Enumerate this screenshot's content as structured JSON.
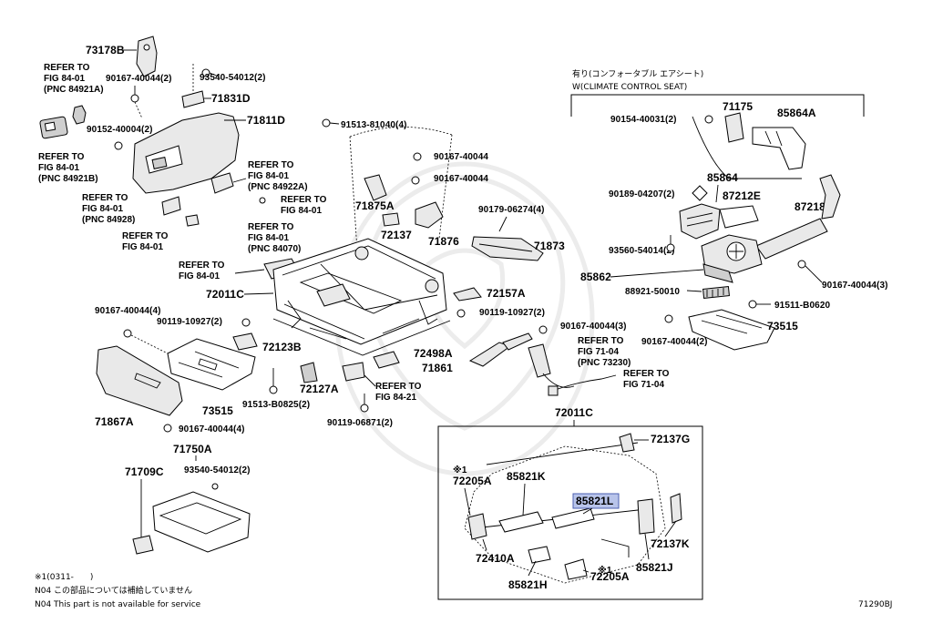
{
  "diagram": {
    "image_code": "71290BJ",
    "climate_header": {
      "jp": "有り(コンフォータブル エアシート)",
      "en": "W(CLIMATE CONTROL SEAT)"
    },
    "notes": {
      "n1": "※1(0311-　　)",
      "n2": "N04 この部品については補給していません",
      "n3": "N04 This part is not available for service"
    },
    "highlighted_part": "85821L",
    "labels": {
      "p73178B": "73178B",
      "p90167_40044_2_top": "90167-40044(2)",
      "p93540_54012_2_top": "93540-54012(2)",
      "p71831D": "71831D",
      "p71811D": "71811D",
      "p90152_40004_2": "90152-40004(2)",
      "p91513_81040_4": "91513-81040(4)",
      "p90167_40044_a": "90167-40044",
      "p90167_40044_b": "90167-40044",
      "p71875A": "71875A",
      "p72137": "72137",
      "p71876": "71876",
      "p90179_06274_4": "90179-06274(4)",
      "p71873": "71873",
      "p72011C_top": "72011C",
      "p72157A": "72157A",
      "p90167_40044_4_left": "90167-40044(4)",
      "p90119_10927_2_left": "90119-10927(2)",
      "p72123B": "72123B",
      "p90119_10927_2_right": "90119-10927(2)",
      "p90167_40044_3_mid": "90167-40044(3)",
      "p72498A": "72498A",
      "p71861": "71861",
      "p73515_left": "73515",
      "p91513_B0825_2": "91513-B0825(2)",
      "p72127A": "72127A",
      "p71867A": "71867A",
      "p90167_40044_4_bottom": "90167-40044(4)",
      "p90119_06871_2": "90119-06871(2)",
      "p71750A": "71750A",
      "p71709C": "71709C",
      "p93540_54012_2_bottom": "93540-54012(2)",
      "p72011C_box": "72011C",
      "p72137G": "72137G",
      "p72205A_left": "72205A",
      "p85821K": "85821K",
      "p85821L": "85821L",
      "p72410A": "72410A",
      "p85821H": "85821H",
      "p72205A_right": "72205A",
      "p72137K": "72137K",
      "p85821J": "85821J",
      "star1_a": "※1",
      "star1_b": "※1",
      "p90154_40031_2": "90154-40031(2)",
      "p71175": "71175",
      "p85864A": "85864A",
      "p85864": "85864",
      "p90189_04207_2": "90189-04207(2)",
      "p87212E": "87212E",
      "p87218D": "87218D",
      "p93560_54014_2": "93560-54014(2)",
      "p85862": "85862",
      "p88921_50010": "88921-50010",
      "p90167_40044_3_right": "90167-40044(3)",
      "p91511_B0620": "91511-B0620",
      "p90167_40044_2_right": "90167-40044(2)",
      "p73515_right": "73515"
    },
    "refs": {
      "r1": [
        "REFER TO",
        "FIG 84-01",
        "(PNC 84921A)"
      ],
      "r2": [
        "REFER TO",
        "FIG 84-01",
        "(PNC 84921B)"
      ],
      "r3": [
        "REFER TO",
        "FIG 84-01",
        "(PNC 84922A)"
      ],
      "r4": [
        "REFER TO",
        "FIG 84-01"
      ],
      "r5": [
        "REFER TO",
        "FIG 84-01",
        "(PNC 84928)"
      ],
      "r6": [
        "REFER TO",
        "FIG 84-01"
      ],
      "r7": [
        "REFER TO",
        "FIG 84-01",
        "(PNC 84070)"
      ],
      "r8": [
        "REFER TO",
        "FIG 84-01"
      ],
      "r9": [
        "REFER TO",
        "FIG 84-21"
      ],
      "r10": [
        "REFER TO",
        "FIG 71-04",
        "(PNC 73230)"
      ],
      "r11": [
        "REFER TO",
        "FIG 71-04"
      ]
    }
  }
}
